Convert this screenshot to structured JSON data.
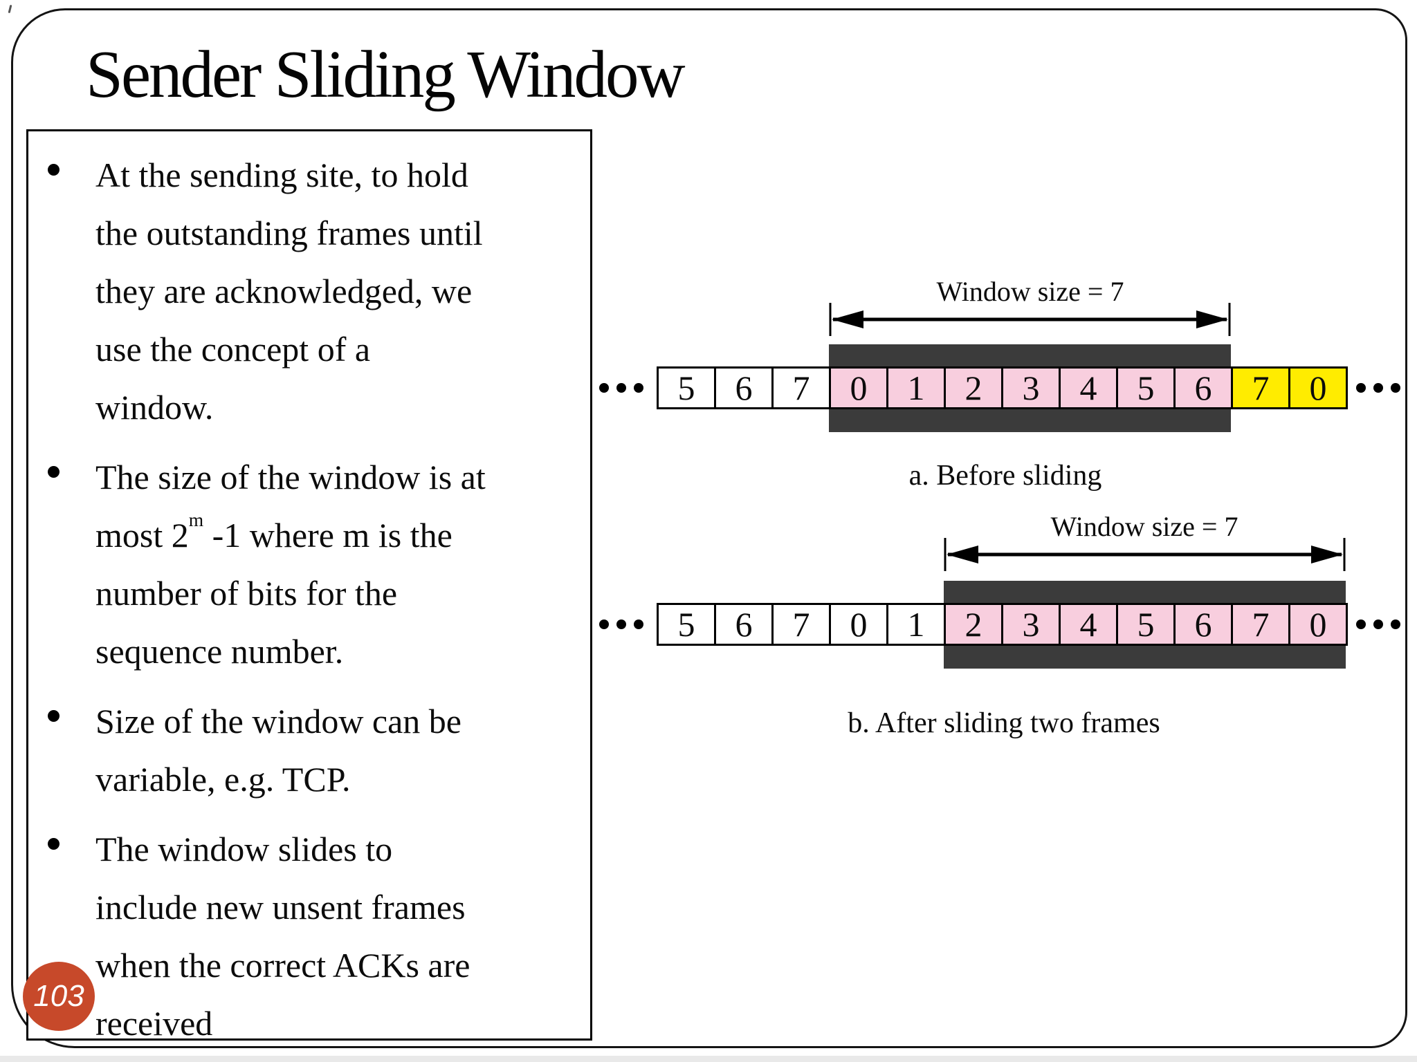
{
  "slide": {
    "title": "Sender Sliding Window",
    "page_number": "103"
  },
  "bullets": {
    "b1": "At the sending site, to hold\nthe outstanding frames until\nthey are acknowledged, we\nuse the concept of a\nwindow.",
    "b2_pre": "The size of the window is at\nmost 2",
    "b2_sup": "m",
    "b2_post": " -1 where m is the\nnumber of bits for the\nsequence number.",
    "b3": "Size of the window can be\nvariable, e.g. TCP.",
    "b4": "The window slides to\ninclude new unsent frames\nwhen the correct ACKs are\nreceived"
  },
  "diagrams": [
    {
      "id": "a",
      "window_label": "Window size = 7",
      "caption": "a. Before sliding",
      "cells": [
        {
          "value": "5",
          "state": "outside"
        },
        {
          "value": "6",
          "state": "outside"
        },
        {
          "value": "7",
          "state": "outside"
        },
        {
          "value": "0",
          "state": "window"
        },
        {
          "value": "1",
          "state": "window"
        },
        {
          "value": "2",
          "state": "window"
        },
        {
          "value": "3",
          "state": "window"
        },
        {
          "value": "4",
          "state": "window"
        },
        {
          "value": "5",
          "state": "window"
        },
        {
          "value": "6",
          "state": "window"
        },
        {
          "value": "7",
          "state": "next"
        },
        {
          "value": "0",
          "state": "next"
        }
      ]
    },
    {
      "id": "b",
      "window_label": "Window size = 7",
      "caption": "b. After sliding two frames",
      "cells": [
        {
          "value": "5",
          "state": "outside"
        },
        {
          "value": "6",
          "state": "outside"
        },
        {
          "value": "7",
          "state": "outside"
        },
        {
          "value": "0",
          "state": "outside"
        },
        {
          "value": "1",
          "state": "outside"
        },
        {
          "value": "2",
          "state": "window"
        },
        {
          "value": "3",
          "state": "window"
        },
        {
          "value": "4",
          "state": "window"
        },
        {
          "value": "5",
          "state": "window"
        },
        {
          "value": "6",
          "state": "window"
        },
        {
          "value": "7",
          "state": "window"
        },
        {
          "value": "0",
          "state": "window"
        }
      ]
    }
  ],
  "colors": {
    "window_fill": "#f8cede",
    "next_fill": "#ffec00",
    "outside_fill": "#ffffff",
    "highlight_bar": "#3b3b3b",
    "badge": "#c7492a"
  }
}
